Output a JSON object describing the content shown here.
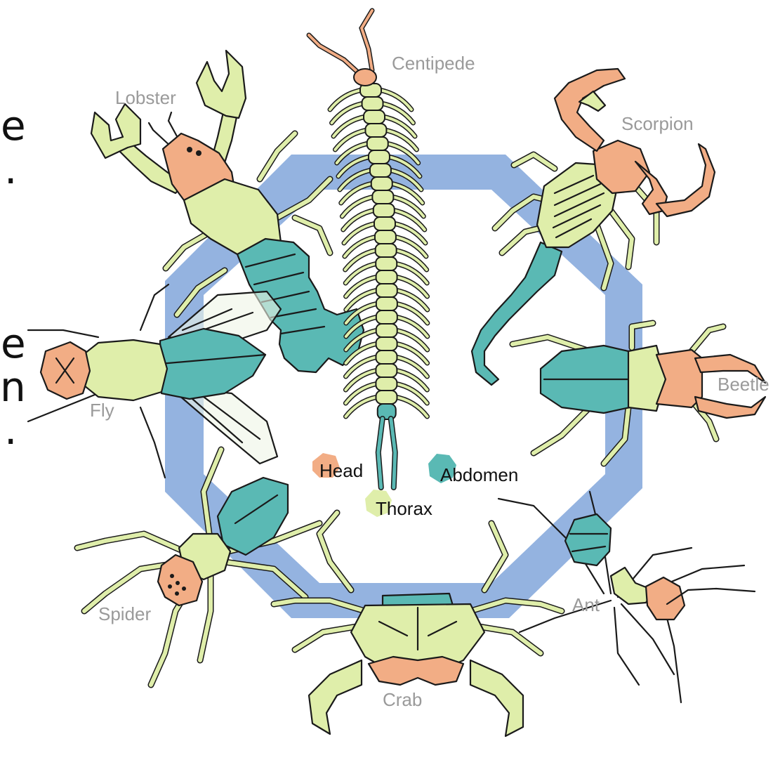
{
  "margin_text": [
    "e",
    ".",
    "e",
    "n",
    "."
  ],
  "labels": {
    "centipede": "Centipede",
    "lobster": "Lobster",
    "scorpion": "Scorpion",
    "fly": "Fly",
    "beetle": "Beetle",
    "spider": "Spider",
    "ant": "Ant",
    "crab": "Crab"
  },
  "legend": {
    "head": "Head",
    "thorax": "Thorax",
    "abdomen": "Abdomen"
  },
  "colors": {
    "head": "#f2ad85",
    "thorax": "#dfeeaa",
    "abdomen": "#5ab9b4",
    "ring": "#94b3e0",
    "label": "#9a9a9a"
  }
}
